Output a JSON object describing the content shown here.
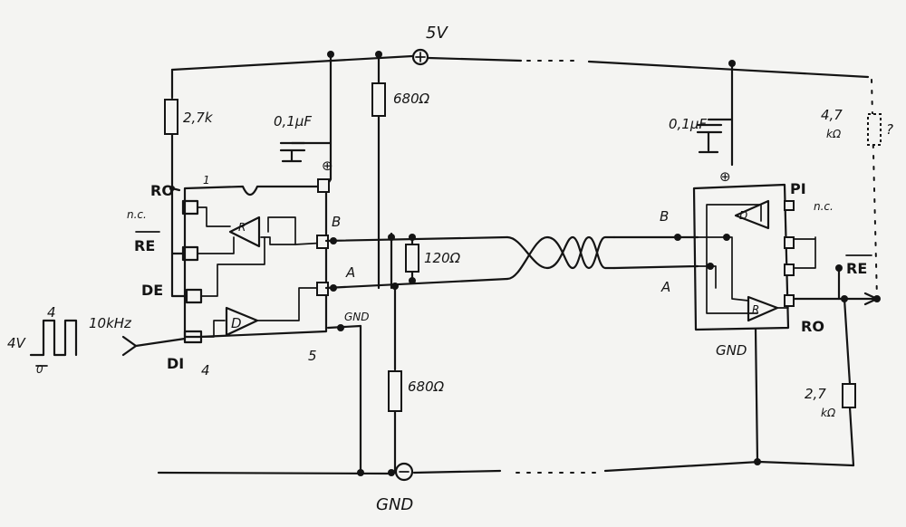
{
  "labels": {
    "supply": "5V",
    "supply_plus": "⊕",
    "gnd_bottom": "GND",
    "gnd_minus": "⊖",
    "r_pullup_left": "2,7k",
    "c_left": "0,1µF",
    "r_top": "680Ω",
    "r_term": "120Ω",
    "r_bottom": "680Ω",
    "c_right": "0,1µF",
    "r_right_top_value": "4,7",
    "r_right_top_unit": "kΩ",
    "r_right_top_q": "?",
    "r_right_bottom_value": "2,7",
    "r_right_bottom_unit": "kΩ",
    "pin_plus_left": "⊕",
    "pin_plus_right": "⊕",
    "left_ro": "RO",
    "left_ro_num": "1",
    "left_nc": "n.c.",
    "left_re": "RE",
    "left_de": "DE",
    "left_di": "DI",
    "left_di_num": "4",
    "left_b": "B",
    "left_a": "A",
    "left_gnd": "GND",
    "left_pin5": "5",
    "left_recv_r": "R",
    "left_drv_d": "D",
    "sig_4v": "4V",
    "sig_4": "4",
    "sig_0": "0",
    "sig_freq": "10kHz",
    "right_b": "B",
    "right_a": "A",
    "right_pi": "PI",
    "right_nc": "n.c.",
    "right_re": "RE",
    "right_ro": "RO",
    "right_gnd": "GND",
    "right_d": "D",
    "right_r": "R"
  },
  "colors": {
    "ink": "#141414",
    "paper": "#f4f4f2"
  }
}
